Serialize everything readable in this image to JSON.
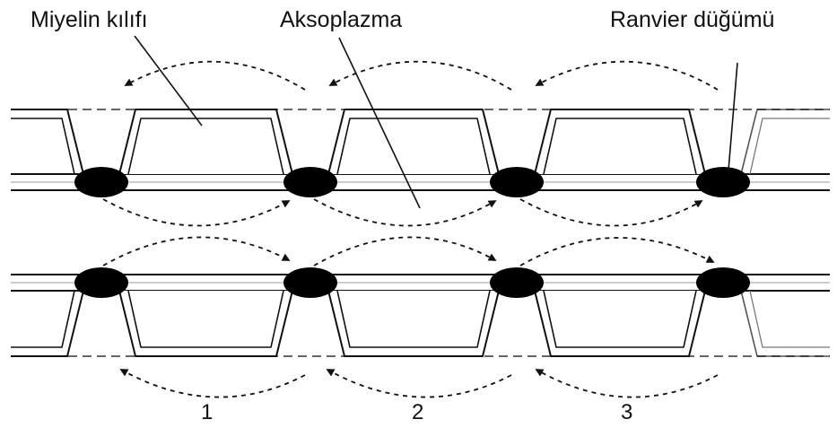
{
  "labels": {
    "myelin_sheath": "Miyelin kılıfı",
    "axoplasm": "Aksoplazma",
    "node_of_ranvier": "Ranvier düğümü"
  },
  "segment_numbers": [
    "1",
    "2",
    "3"
  ],
  "colors": {
    "ink": "#111111",
    "node": "#000000",
    "sheath_fill": "#ffffff",
    "background": "#ffffff"
  }
}
